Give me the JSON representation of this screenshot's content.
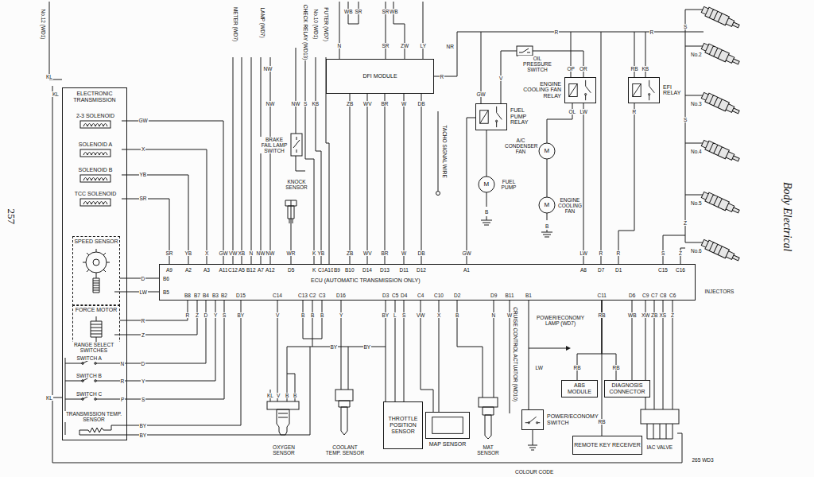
{
  "diagram": {
    "nodes": [
      {
        "text": [
          "ELECTRONIC TRANSMISSION"
        ]
      },
      {
        "text": [
          "2-3 SOLENOID"
        ],
        "in": 0
      },
      {
        "text": [
          "SOLENOID A"
        ],
        "in": 0
      },
      {
        "text": [
          "SOLENOID B"
        ],
        "in": 0
      },
      {
        "text": [
          "TCC SOLENOID"
        ],
        "in": 0
      },
      {
        "text": [
          "SPEED SENSOR"
        ],
        "in": 0
      },
      {
        "text": [
          "FORCE MOTOR"
        ],
        "in": 0
      },
      {
        "text": [
          "DFI MODULE"
        ]
      },
      {
        "text": [
          "ENGINE COOLING FAN RELAY"
        ]
      },
      {
        "text": [
          "EFI RELAY"
        ]
      },
      {
        "text": [
          "FUEL PUMP RELAY"
        ]
      },
      {
        "text": [
          "ECU (AUTOMATIC TRANSMISSION ONLY)"
        ]
      },
      {
        "text": [
          "ABS MODULE"
        ]
      },
      {
        "text": [
          "DIAGNOSIS CONNECTOR"
        ]
      },
      {
        "text": [
          "THROTTLE POSITION SENSOR"
        ]
      },
      {
        "text": [
          "MAP SENSOR"
        ]
      },
      {
        "text": [
          "POWER/ECONOMY SWITCH"
        ]
      },
      {
        "text": [
          "REMOTE KEY RECEIVER"
        ]
      }
    ],
    "edges": [
      {
        "from": 1,
        "to": 11,
        "arrow": "none"
      },
      {
        "from": 2,
        "to": 11,
        "arrow": "none"
      },
      {
        "from": 3,
        "to": 11,
        "arrow": "none"
      },
      {
        "from": 4,
        "to": 11,
        "arrow": "none"
      },
      {
        "from": 5,
        "to": 11,
        "arrow": "none"
      },
      {
        "from": 6,
        "to": 11,
        "arrow": "none"
      },
      {
        "from": 7,
        "to": 11,
        "arrow": "none"
      },
      {
        "from": 8,
        "to": 11,
        "arrow": "none"
      },
      {
        "from": 9,
        "to": 11,
        "arrow": "none"
      },
      {
        "from": 10,
        "to": 11,
        "arrow": "none"
      },
      {
        "from": 11,
        "to": 12,
        "arrow": "none"
      },
      {
        "from": 11,
        "to": 13,
        "arrow": "none"
      },
      {
        "from": 11,
        "to": 17,
        "arrow": "none"
      },
      {
        "from": 11,
        "to": 14,
        "arrow": "none"
      },
      {
        "from": 11,
        "to": 15,
        "arrow": "none"
      },
      {
        "from": 11,
        "to": 16,
        "arrow": "none"
      }
    ],
    "labels": [
      "No.12 (WD1)",
      "METER (WD7)",
      "LAMP (WD7)",
      "CHECK RELAY (WD13)",
      "No.10 (WD1)",
      "PUTER (WD7)",
      "TACHO SIGNAL WIRE",
      "CRUISE CONTROL ACTUATOR (WD10)",
      "Body Electrical",
      "257",
      "KL",
      "KL",
      "KL",
      "RANGE SELECT SWITCHES",
      "SWITCH A",
      "SWITCH B",
      "SWITCH C",
      "N",
      "R",
      "P",
      "TRANSMISSION TEMP. SENSOR",
      "GW",
      "X",
      "YB",
      "SR",
      "D",
      "LW",
      "R",
      "Z",
      "D",
      "Y",
      "S",
      "BY",
      "BY",
      "A9",
      "A2",
      "A3",
      "A11",
      "C12",
      "A5",
      "B12",
      "A7",
      "A12",
      "D5",
      "K",
      "C1",
      "A10",
      "B9",
      "B10",
      "D14",
      "D13",
      "D11",
      "D12",
      "A1",
      "A8",
      "D7",
      "D1",
      "C15",
      "C16",
      "SR",
      "YB",
      "X",
      "GW",
      "VW",
      "XB",
      "N",
      "NW",
      "NW",
      "WR",
      "K",
      "YB",
      "ZB",
      "WV",
      "BR",
      "W",
      "DB",
      "GW",
      "LW",
      "R",
      "R",
      "S",
      "Z",
      "ZB",
      "WV",
      "BR",
      "W",
      "DB",
      "B8",
      "B7",
      "B4",
      "B3",
      "B2",
      "D15",
      "C14",
      "C13",
      "C2",
      "C3",
      "D16",
      "D3",
      "C5",
      "D4",
      "C4",
      "C10",
      "D2",
      "D9",
      "B11",
      "B1",
      "C11",
      "D6",
      "C9",
      "C7",
      "C8",
      "C6",
      "B6",
      "B5",
      "R",
      "Z",
      "D",
      "Y",
      "S",
      "BY",
      "V",
      "B",
      "B",
      "B",
      "Y",
      "BY",
      "L",
      "S",
      "VW",
      "X",
      "B",
      "N",
      "W",
      "RB",
      "WB",
      "XW",
      "ZB",
      "XS",
      "Z",
      "BY",
      "BY",
      "KL",
      "V",
      "B",
      "B",
      "OXYGEN SENSOR",
      "COOLANT TEMP. SENSOR",
      "MAT SENSOR",
      "POWER/ECONOMY LAMP (WD7)",
      "LW",
      "RB",
      "RB",
      "RB",
      "IAC VALVE",
      "265 WD3",
      "COLOUR CODE",
      "INJECTORS",
      "No.2",
      "No.3",
      "No.4",
      "No.5",
      "No.6",
      "N",
      "SR",
      "ZW",
      "LY",
      "WB",
      "SR",
      "SR",
      "WB",
      "R",
      "NR",
      "NW",
      "NW",
      "NW",
      "S",
      "KB",
      "BRAKE FAIL LAMP SWITCH",
      "KNOCK SENSOR",
      "OIL PRESSURE SWITCH",
      "V",
      "GW",
      "OP",
      "OR",
      "RB",
      "KB",
      "OL",
      "LW",
      "R",
      "R",
      "R",
      "A/C CONDENSER FAN",
      "M",
      "M",
      "M",
      "FUEL PUMP",
      "ENGINE COOLING FAN",
      "B",
      "B",
      "S",
      "S",
      "Z"
    ]
  }
}
